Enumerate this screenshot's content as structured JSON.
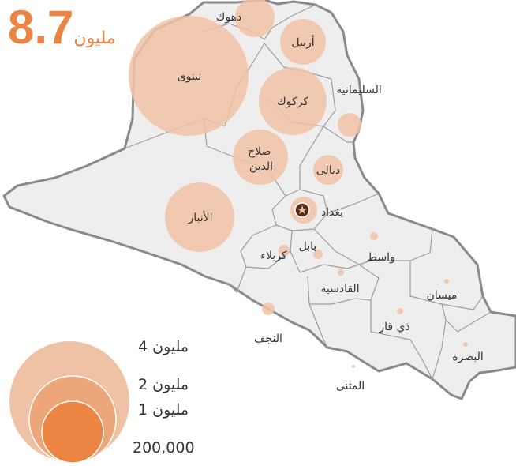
{
  "total": {
    "value": "8.7",
    "unit": "مليون"
  },
  "colors": {
    "accent": "#ec8543",
    "bubble": "#f0c2a5",
    "land": "#eeeeee",
    "border": "#9d9d9d",
    "outer_border": "#8a8a8a"
  },
  "provinces": [
    {
      "id": "duhok",
      "name": "دهوك"
    },
    {
      "id": "erbil",
      "name": "أربيل"
    },
    {
      "id": "nineveh",
      "name": "نينوى"
    },
    {
      "id": "kirkuk",
      "name": "كركوك"
    },
    {
      "id": "sulaymaniyah",
      "name": "السليمانية"
    },
    {
      "id": "salahaddin",
      "name": "صلاح الدين"
    },
    {
      "id": "diyala",
      "name": "ديالى"
    },
    {
      "id": "anbar",
      "name": "الأنبار"
    },
    {
      "id": "baghdad",
      "name": "بغداد"
    },
    {
      "id": "babil",
      "name": "بابل"
    },
    {
      "id": "wasit",
      "name": "واسط"
    },
    {
      "id": "karbala",
      "name": "كربلاء"
    },
    {
      "id": "qadisiyah",
      "name": "القادسية"
    },
    {
      "id": "maysan",
      "name": "ميسان"
    },
    {
      "id": "dhiqar",
      "name": "ذي قار"
    },
    {
      "id": "najaf",
      "name": "النجف"
    },
    {
      "id": "basra",
      "name": "البصرة"
    },
    {
      "id": "muthanna",
      "name": "المثنى"
    }
  ],
  "legend": [
    {
      "number": "4",
      "unit": "مليون"
    },
    {
      "number": "2",
      "unit": "مليون"
    },
    {
      "number": "1",
      "unit": "مليون"
    },
    {
      "number": "200,000",
      "unit": ""
    }
  ]
}
